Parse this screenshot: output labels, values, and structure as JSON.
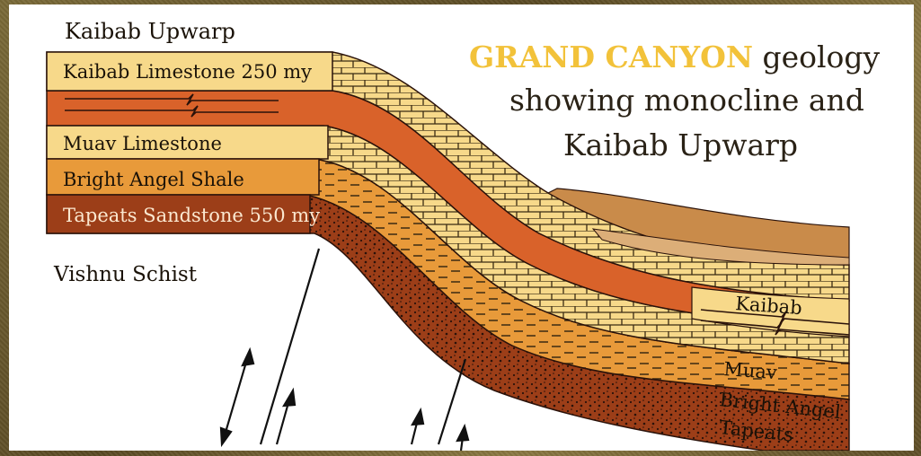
{
  "title": {
    "accent": "GRAND CANYON",
    "rest_line1": " geology",
    "line2": "showing monocline and",
    "line3": "Kaibab Upwarp"
  },
  "labels": {
    "kaibab_upwarp": "Kaibab Upwarp",
    "kaibab_limestone": "Kaibab Limestone 250 my",
    "muav_limestone": "Muav Limestone",
    "bright_angel_shale": "Bright Angel Shale",
    "tapeats_sandstone": "Tapeats Sandstone 550 my",
    "vishnu_schist": "Vishnu Schist",
    "kaibab": "Kaibab",
    "muav": "Muav",
    "bright_angel": "Bright Angel",
    "tapeats": "Tapeats"
  },
  "colors": {
    "kaibab": "#f7d98a",
    "red_layer": "#d9622a",
    "muav": "#f7d98a",
    "bright_angel": "#e89a3a",
    "tapeats": "#9c3e18",
    "upper_brown": "#c98b4a",
    "upper_tan": "#dcae78",
    "title_accent": "#f2c23a"
  }
}
